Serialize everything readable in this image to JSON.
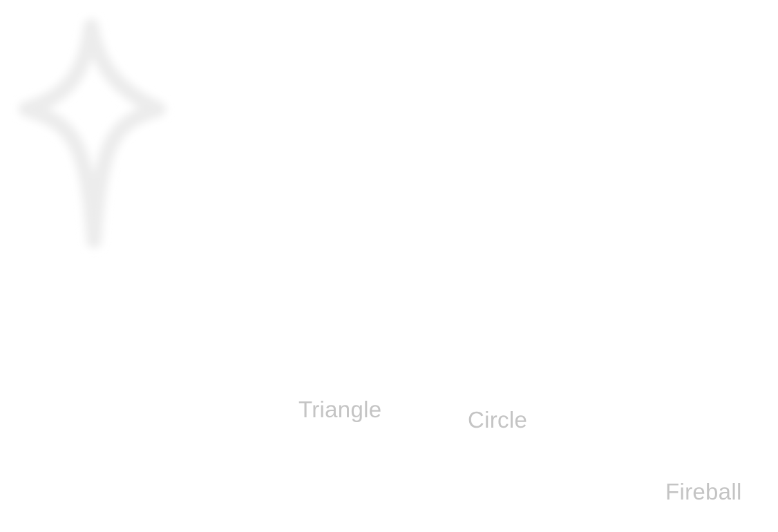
{
  "colors": {
    "background": "#ffffff",
    "label_text": "#c4c4c4",
    "sketch_stroke": "#eeeeee"
  },
  "canvas": {
    "drawn_shape_icon": "four-point-star-cross"
  },
  "shape_labels": [
    {
      "id": "triangle",
      "text": "Triangle"
    },
    {
      "id": "circle",
      "text": "Circle"
    },
    {
      "id": "fireball",
      "text": "Fireball"
    }
  ]
}
